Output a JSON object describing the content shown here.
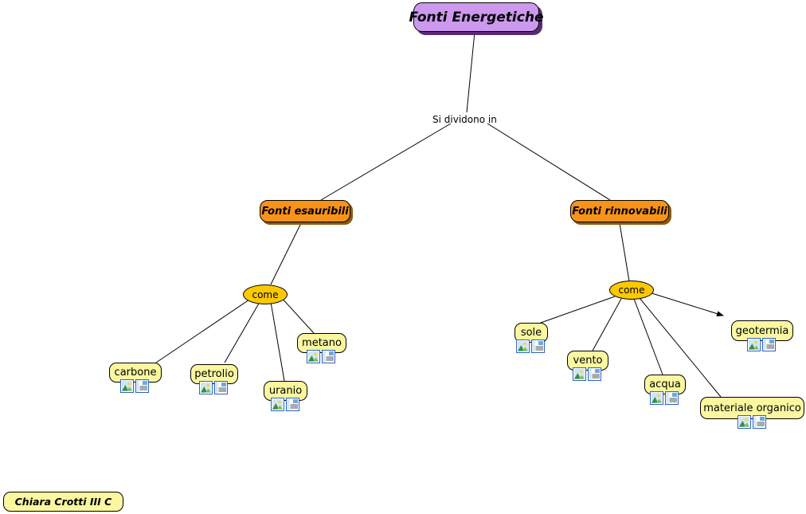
{
  "diagram": {
    "title": "Fonti Energetiche",
    "type": "concept-map",
    "author_label": "Chiara Crotti III C",
    "colors": {
      "root_fill": "#cc99ee",
      "root_shadow": "#5b2a77",
      "category_fill": "#f79319",
      "category_shadow": "#8a5a10",
      "connector_fill": "#fcc800",
      "leaf_fill": "#faf7a0",
      "stroke": "#000000",
      "background": "#ffffff"
    },
    "edge_labels": [
      {
        "id": "si-dividono-in",
        "text": "Si dividono in"
      }
    ],
    "nodes": [
      {
        "id": "root",
        "label": "Fonti Energetiche",
        "kind": "root"
      },
      {
        "id": "esauribili",
        "label": "Fonti esauribili",
        "kind": "category"
      },
      {
        "id": "rinnovabili",
        "label": "Fonti rinnovabili",
        "kind": "category"
      },
      {
        "id": "come-left",
        "label": "come",
        "kind": "connector"
      },
      {
        "id": "come-right",
        "label": "come",
        "kind": "connector"
      },
      {
        "id": "carbone",
        "label": "carbone",
        "kind": "leaf"
      },
      {
        "id": "petrolio",
        "label": "petrolio",
        "kind": "leaf"
      },
      {
        "id": "uranio",
        "label": "uranio",
        "kind": "leaf"
      },
      {
        "id": "metano",
        "label": "metano",
        "kind": "leaf"
      },
      {
        "id": "sole",
        "label": "sole",
        "kind": "leaf"
      },
      {
        "id": "vento",
        "label": "vento",
        "kind": "leaf"
      },
      {
        "id": "acqua",
        "label": "acqua",
        "kind": "leaf"
      },
      {
        "id": "materiale",
        "label": "materiale organico",
        "kind": "leaf"
      },
      {
        "id": "geotermia",
        "label": "geotermia",
        "kind": "leaf"
      }
    ],
    "attachment_icons": [
      {
        "name": "image-icon",
        "title": "image attachment"
      },
      {
        "name": "document-icon",
        "title": "note attachment"
      }
    ]
  }
}
